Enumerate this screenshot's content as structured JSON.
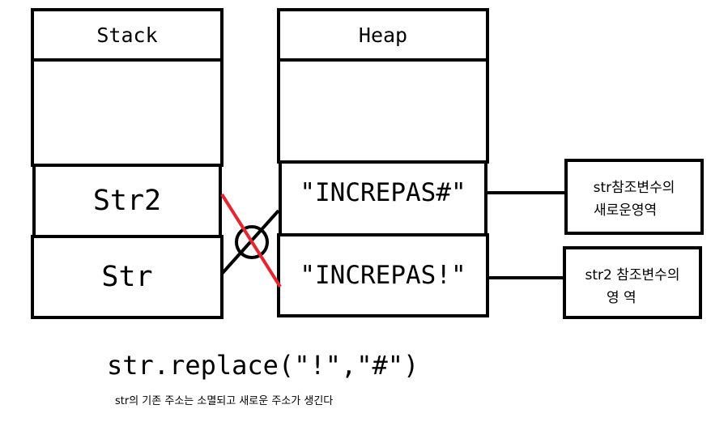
{
  "stack": {
    "title": "Stack",
    "slots": [
      "Str2",
      "Str"
    ]
  },
  "heap": {
    "title": "Heap",
    "slots": [
      "\"INCREPAS#\"",
      "\"INCREPAS!\""
    ]
  },
  "notes": {
    "upper_line1": "str참조변수의",
    "upper_line2": "새로운영역",
    "lower_line1": "str2 참조변수의",
    "lower_line2": "영 역"
  },
  "code": "str.replace(\"!\",\"#\")",
  "caption": "str의 기존 주소는 소멸되고 새로운 주소가 생긴다",
  "colors": {
    "outline": "#000000",
    "strike": "#e8242e"
  }
}
